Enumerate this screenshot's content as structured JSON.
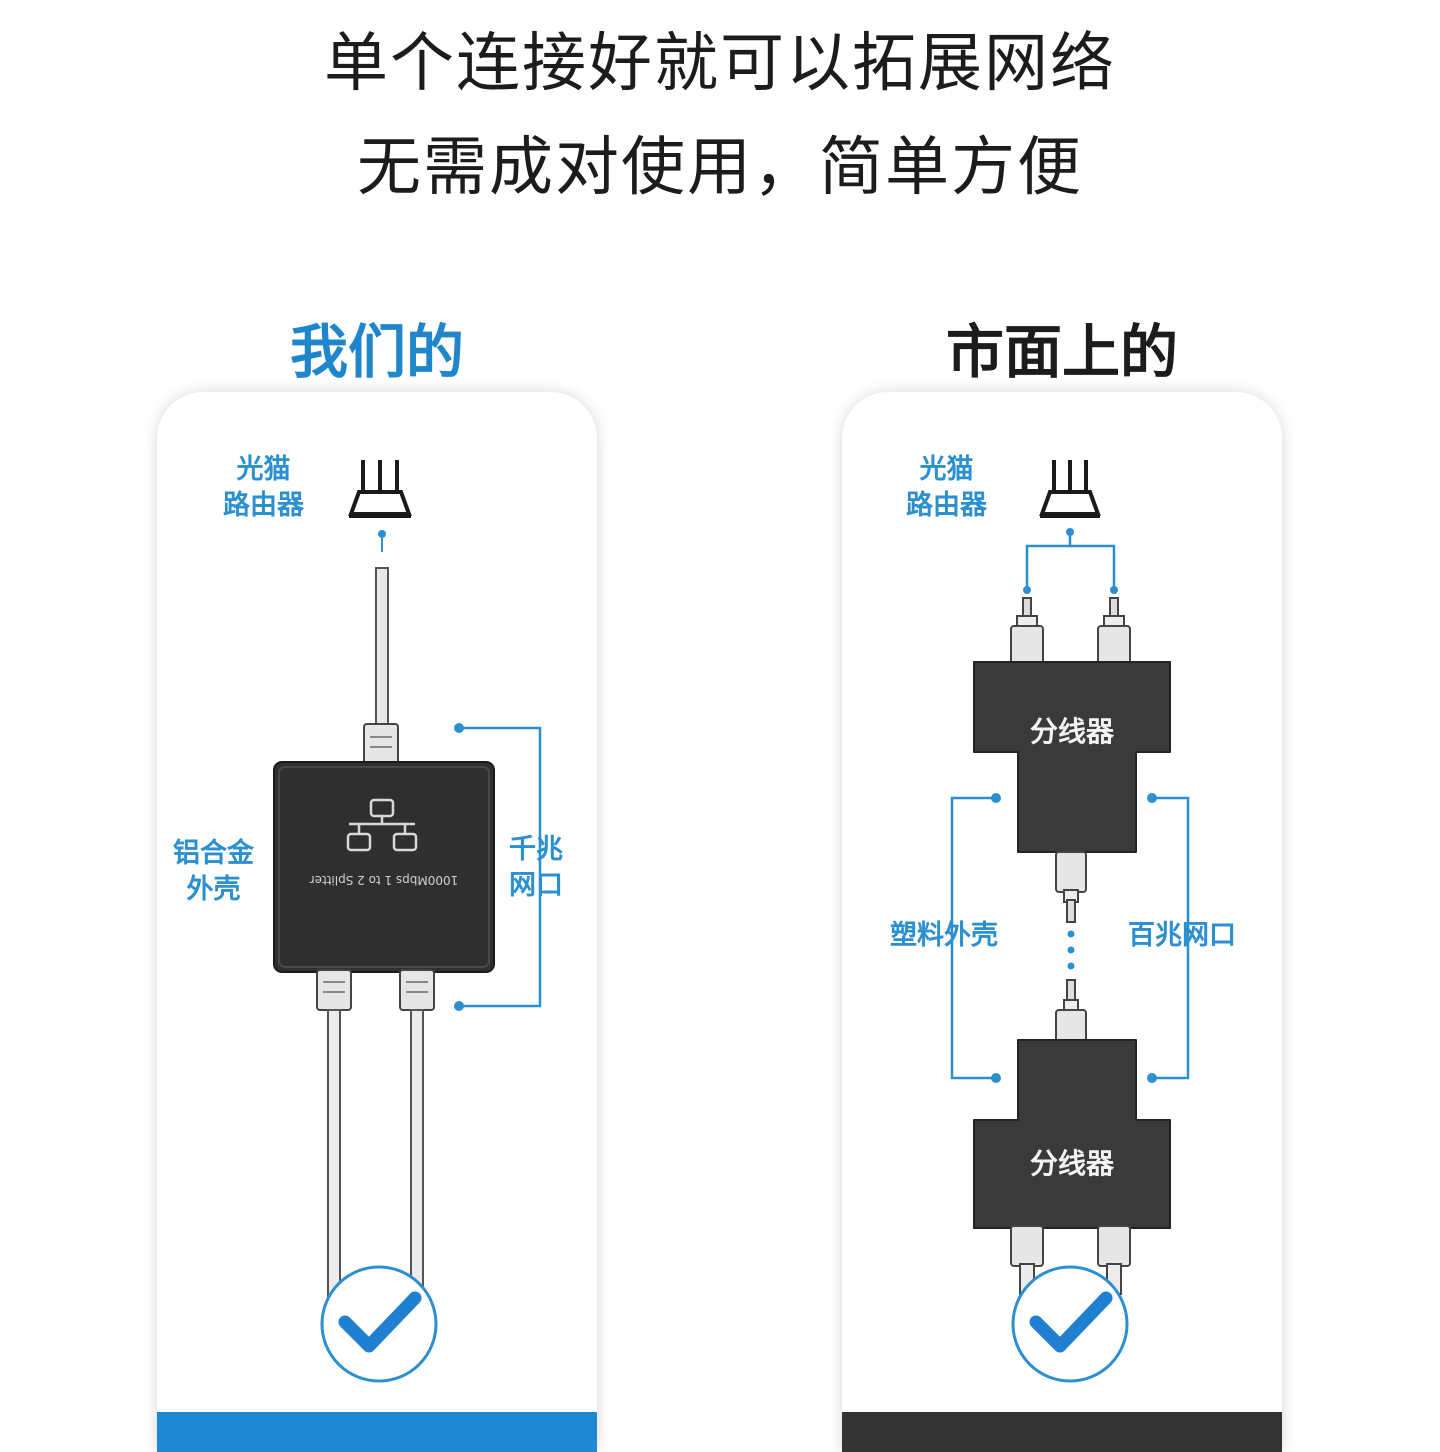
{
  "headline": {
    "line1": "单个连接好就可以拓展网络",
    "line2": "无需成对使用，简单方便"
  },
  "left": {
    "title": "我们的",
    "source_line1": "光猫",
    "source_line2": "路由器",
    "housing_line1": "铝合金",
    "housing_line2": "外壳",
    "port_line1": "千兆",
    "port_line2": "网口",
    "device_print": "1000Mbps 1 to 2 Splitter"
  },
  "right": {
    "title": "市面上的",
    "source_line1": "光猫",
    "source_line2": "路由器",
    "splitter_top": "分线器",
    "splitter_bottom": "分线器",
    "housing_label": "塑料外壳",
    "port_label": "百兆网口"
  },
  "colors": {
    "accent_blue": "#1f86cc",
    "label_blue": "#2b8fd0",
    "dark_text": "#1c1c1c",
    "device_dark": "#2f2f2f",
    "bar_left": "#1e88d4",
    "bar_right": "#333333"
  },
  "icons": [
    "router-icon",
    "network-topology-icon",
    "checkmark-icon"
  ]
}
